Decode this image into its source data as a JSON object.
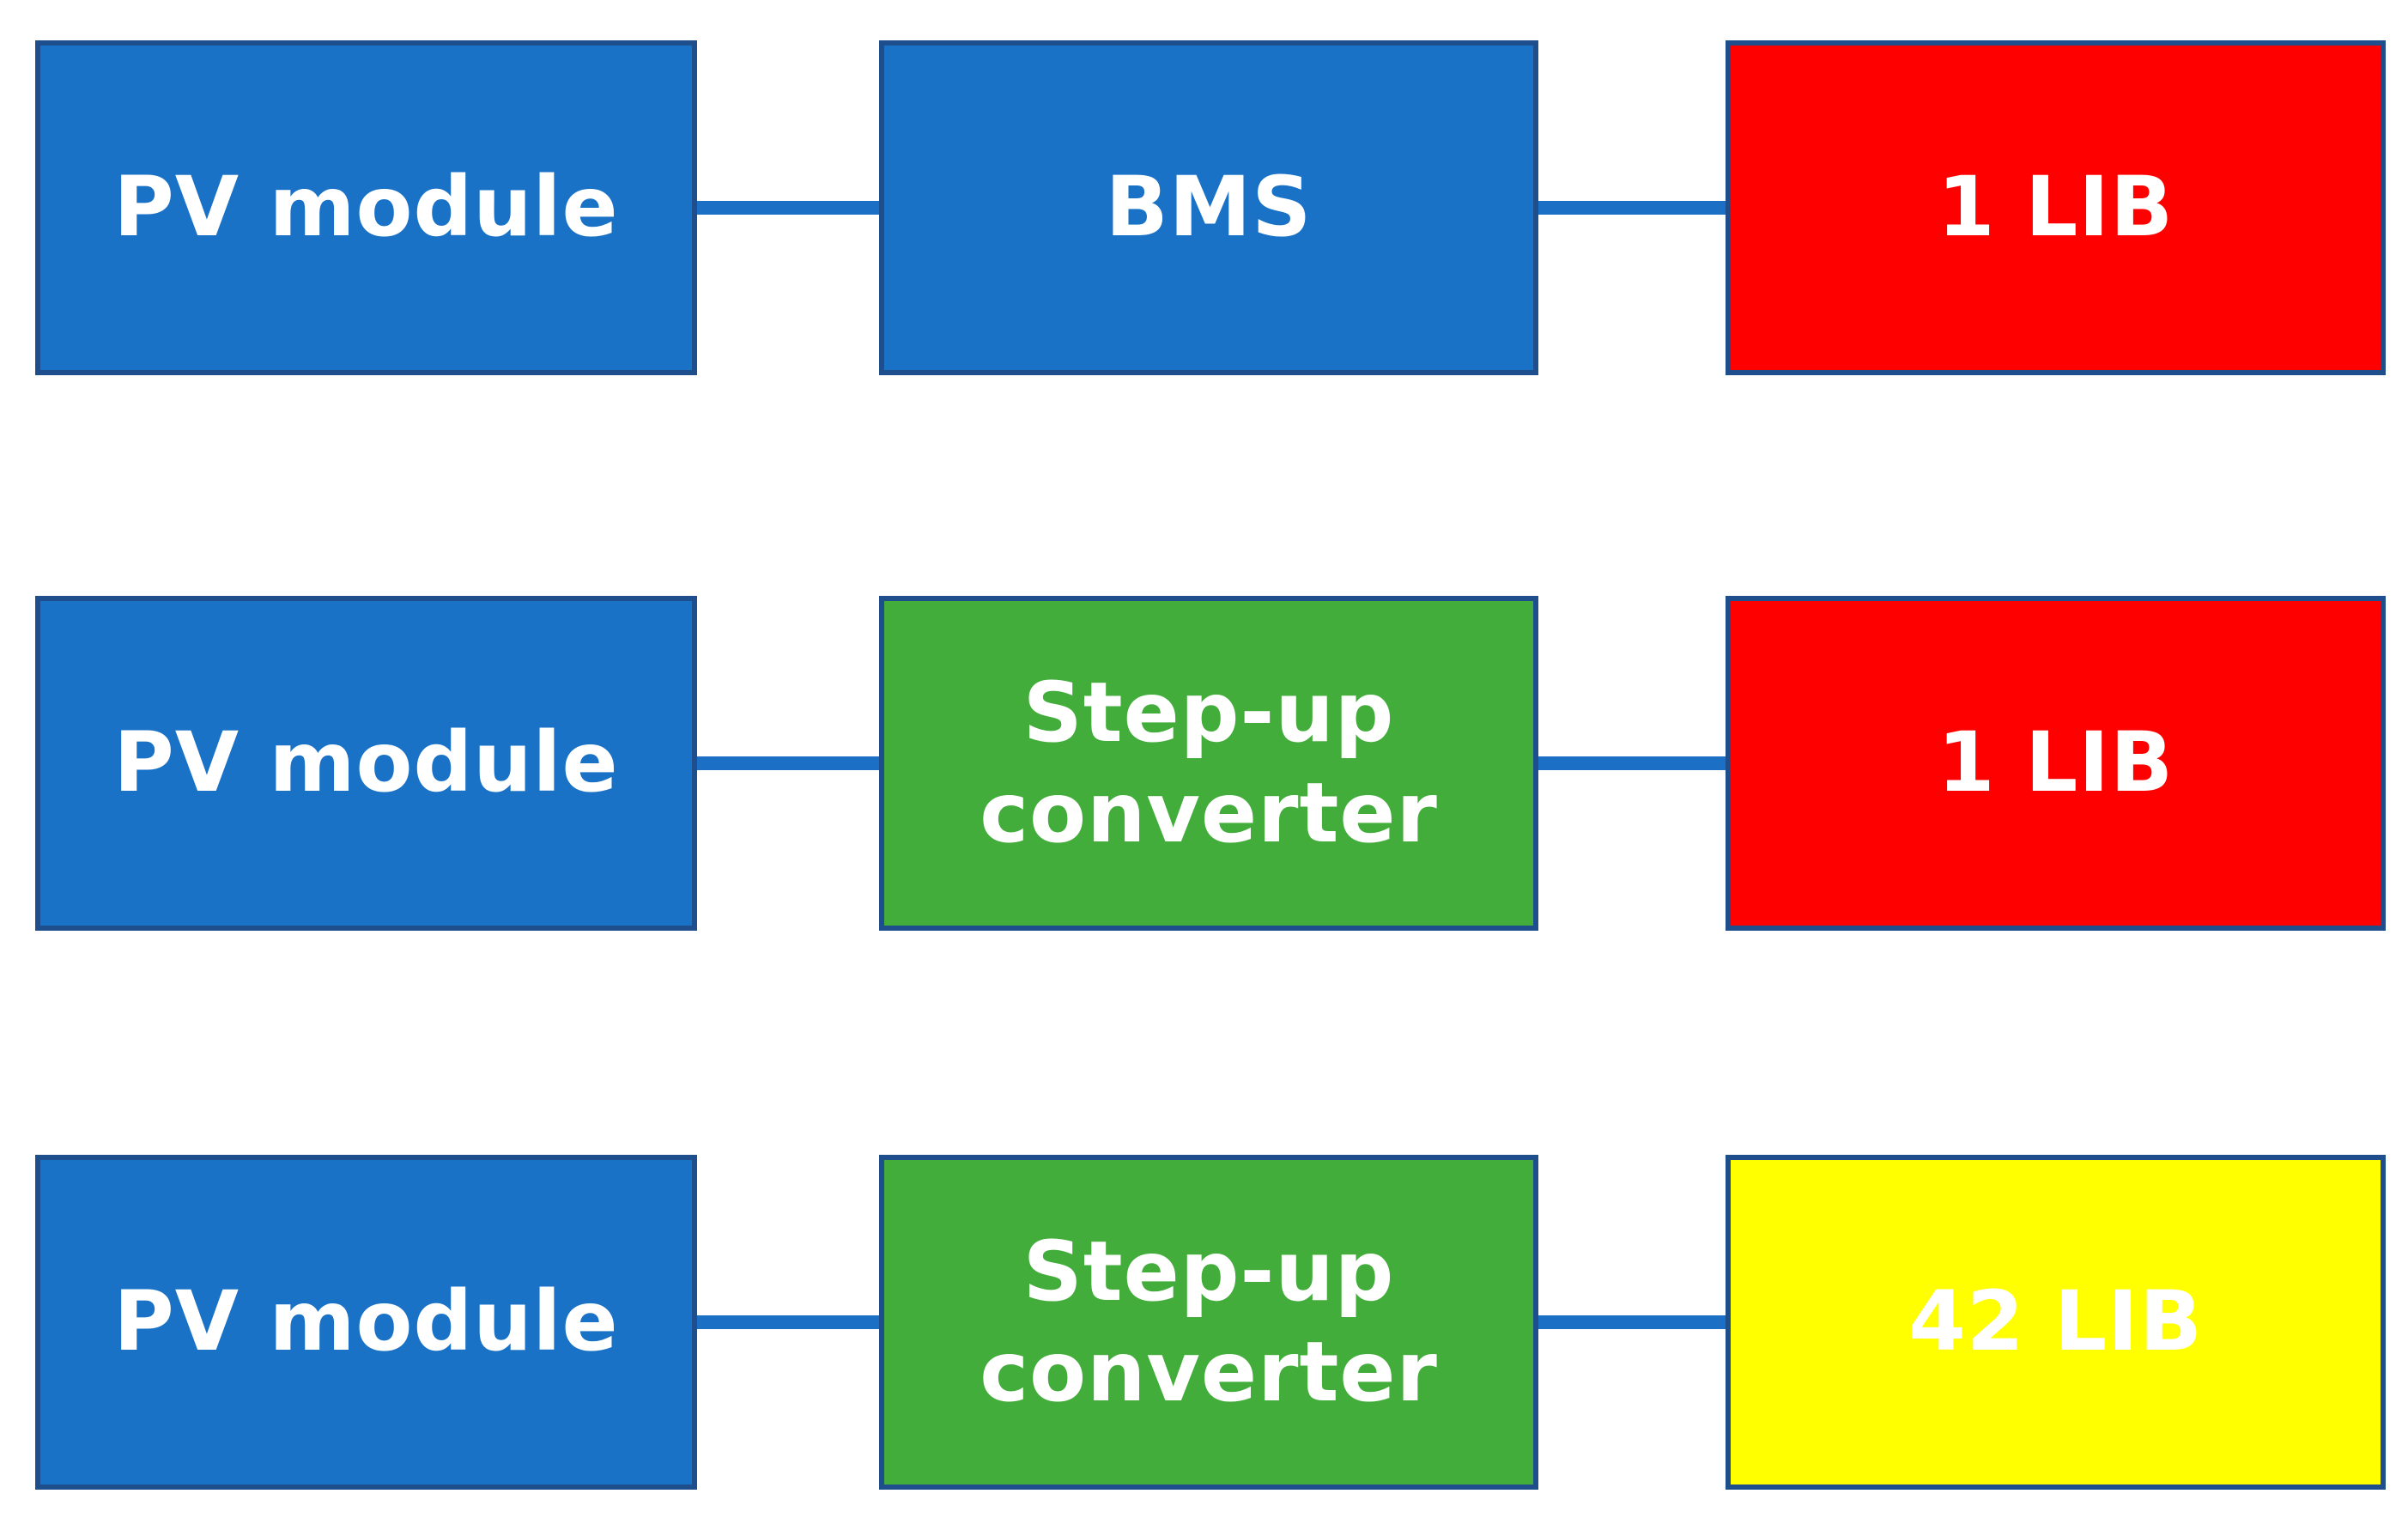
{
  "colors": {
    "pv_module": "#1a72c7",
    "bms": "#1a72c7",
    "step_up_converter": "#43ad3b",
    "battery_red": "#ff0000",
    "battery_yellow": "#ffff00",
    "connector": "#1b6fc5",
    "border": "#1f4e8c"
  },
  "rows": [
    {
      "source": {
        "label": "PV module",
        "color_key": "pv_module"
      },
      "middle": {
        "label_lines": [
          "BMS"
        ],
        "color_key": "bms"
      },
      "battery": {
        "label": "1 LIB",
        "color_key": "battery_red"
      }
    },
    {
      "source": {
        "label": "PV module",
        "color_key": "pv_module"
      },
      "middle": {
        "label_lines": [
          "Step-up",
          "converter"
        ],
        "color_key": "step_up_converter"
      },
      "battery": {
        "label": "1 LIB",
        "color_key": "battery_red"
      }
    },
    {
      "source": {
        "label": "PV module",
        "color_key": "pv_module"
      },
      "middle": {
        "label_lines": [
          "Step-up",
          "converter"
        ],
        "color_key": "step_up_converter"
      },
      "battery": {
        "label": "42 LIB",
        "color_key": "battery_yellow"
      }
    }
  ]
}
